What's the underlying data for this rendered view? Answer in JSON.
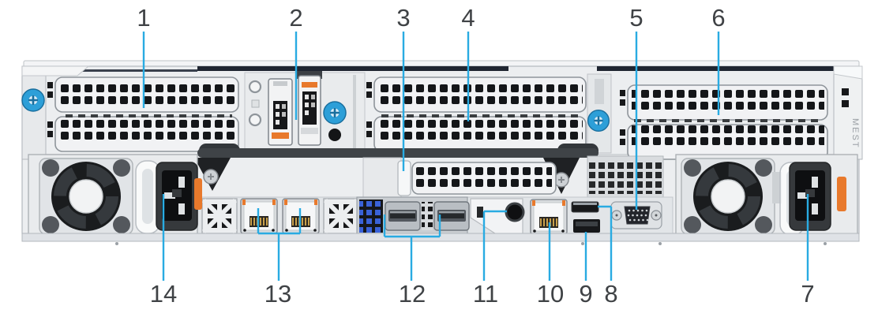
{
  "callouts": {
    "top": [
      {
        "number": "1"
      },
      {
        "number": "2"
      },
      {
        "number": "3"
      },
      {
        "number": "4"
      },
      {
        "number": "5"
      },
      {
        "number": "6"
      }
    ],
    "bottom": [
      {
        "number": "14"
      },
      {
        "number": "13"
      },
      {
        "number": "12"
      },
      {
        "number": "11"
      },
      {
        "number": "10"
      },
      {
        "number": "9"
      },
      {
        "number": "8"
      },
      {
        "number": "7"
      }
    ]
  },
  "chassis": {
    "side_label": "MEST"
  },
  "colors": {
    "callout_line": "#29ABE2",
    "callout_number": "#3F4245",
    "thumbscrew_blue": "#2D9FD8",
    "accent_orange": "#E8792C",
    "chassis_light": "#ECEEF0",
    "vent_dark": "#141619",
    "psu_inlet_dark": "#36393C",
    "ocp_grid_blue": "#3A62D8"
  }
}
